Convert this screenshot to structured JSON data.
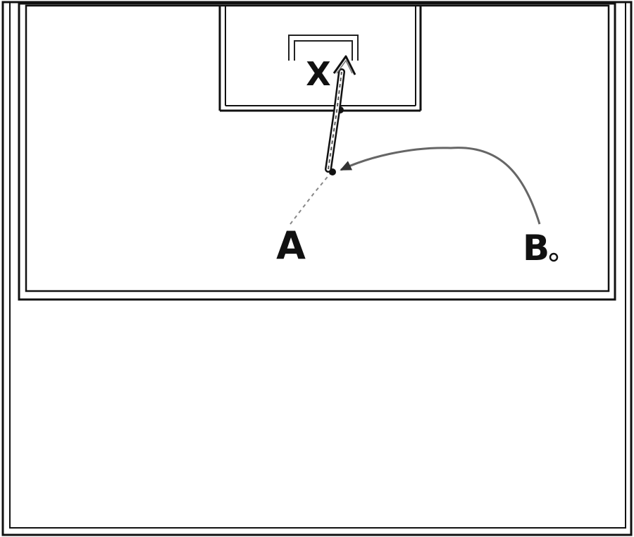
{
  "diagram": {
    "labels": {
      "target": "X",
      "player_a": "A",
      "player_b": "B"
    },
    "colors": {
      "background": "#ffffff",
      "court_lines": "#111111",
      "pass_line": "#777777",
      "label": "#111111"
    }
  }
}
